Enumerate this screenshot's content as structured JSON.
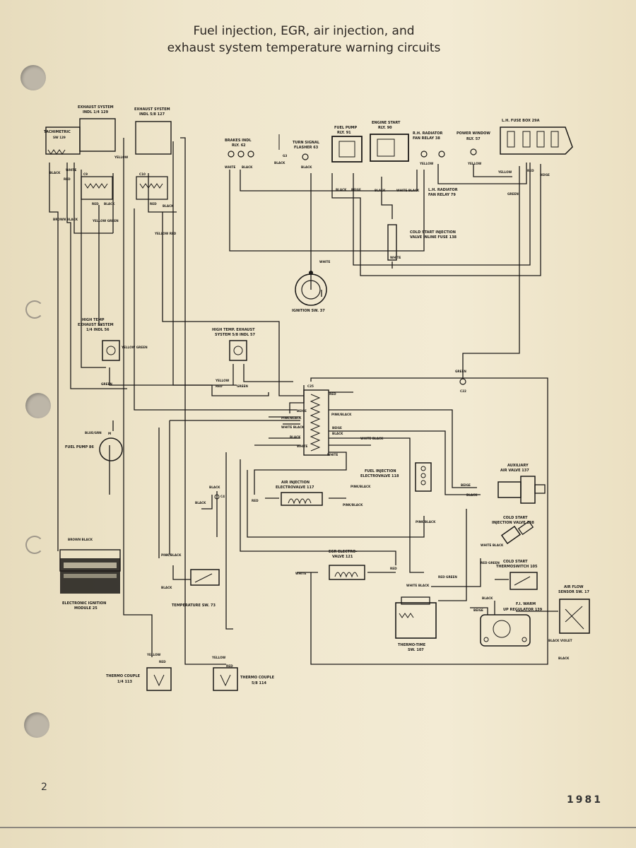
{
  "title": {
    "line1": "Fuel injection, EGR, air injection, and",
    "line2": "exhaust system temperature warning circuits"
  },
  "page_number": "2",
  "year": "1981",
  "components": {
    "tachimetric": "TACHIMETRIC",
    "tachimetric_sub": "SW 129",
    "exhaust_ind_1": "EXHAUST SYSTEM",
    "exhaust_ind_1_sub": "INDL 1/4 129",
    "exhaust_ind_2": "EXHAUST SYSTEM",
    "exhaust_ind_2_sub": "INDL 5/8 127",
    "brakes_indl": "BRAKES INDL",
    "brakes_indl_sub": "RLY. 62",
    "turn_signal": "TURN SIGNAL",
    "turn_signal_sub": "FLASHER 63",
    "g3": "G3",
    "fuel_pump_rly": "FUEL PUMP",
    "fuel_pump_rly_sub": "RLY. 91",
    "engine_start_rly": "ENGINE START",
    "engine_start_rly_sub": "RLY. 90",
    "rh_radiator": "R.H. RADIATOR",
    "rh_radiator_sub": "FAN RELAY 38",
    "power_window": "POWER WINDOW",
    "power_window_sub": "RLY. 57",
    "lh_fuse_box": "L.H. FUSE BOX 29A",
    "lh_radiator": "L.H. RADIATOR",
    "lh_radiator_sub": "FAN RELAY 79",
    "cold_start_fuse": "COLD START INJECTION",
    "cold_start_fuse_sub": "VALVE INLINE FUSE 138",
    "ignition_sw": "IGNITION SW. 37",
    "high_temp_1": "HIGH TEMP",
    "high_temp_1_sub": "EXHAUST SYSTEM",
    "high_temp_1_sub2": "1/4 INDL 56",
    "high_temp_2": "HIGH TEMP. EXHAUST",
    "high_temp_2_sub": "SYSTEM 5/8 INDL 57",
    "c22": "C22",
    "c25": "C25",
    "c9": "C9",
    "c10": "C10",
    "c4": "C4",
    "fuel_pump": "FUEL PUMP 86",
    "auxiliary_air": "AUXILIARY",
    "auxiliary_air_sub": "AIR VALVE 137",
    "fuel_inj_valve": "FUEL INJECTION",
    "fuel_inj_valve_sub": "ELECTROVALVE 118",
    "air_inj_valve": "AIR INJECTION",
    "air_inj_valve_sub": "ELECTROVALVE 117",
    "cold_start_inj": "COLD START",
    "cold_start_inj_sub": "INJECTION VALVE 138",
    "egr_valve": "EGR ELECTRO-",
    "egr_valve_sub": "VALVE 121",
    "cold_start_thermo": "COLD START",
    "cold_start_thermo_sub": "THERMOSWITCH 105",
    "air_flow": "AIR FLOW",
    "air_flow_sub": "SENSOR SW. 17",
    "ecu": "ELECTRONIC IGNITION",
    "ecu_sub": "MODULE 25",
    "temp_sw": "TEMPERATURE SW. 73",
    "fi_warm": "F.I. WARM",
    "fi_warm_sub": "UP REGULATOR 139",
    "thermo_time": "THERMO-TIME",
    "thermo_time_sub": "SW. 107",
    "thermo_couple_1": "THERMO COUPLE",
    "thermo_couple_1_sub": "1/4 113",
    "thermo_couple_2": "THERMO COUPLE",
    "thermo_couple_2_sub": "5/8 114"
  },
  "wire_labels": {
    "black": "BLACK",
    "red": "RED",
    "white": "WHITE",
    "yellow": "YELLOW",
    "green": "GREEN",
    "beige": "BEIGE",
    "pink_black": "PINK/BLACK",
    "yellow_green": "YELLOW GREEN",
    "yellow_red": "YELLOW RED",
    "brown_black": "BROWN BLACK",
    "white_black": "WHITE BLACK",
    "red_green": "RED GREEN",
    "black_violet": "BLACK VIOLET",
    "blue_green": "BLUE/GRN"
  }
}
